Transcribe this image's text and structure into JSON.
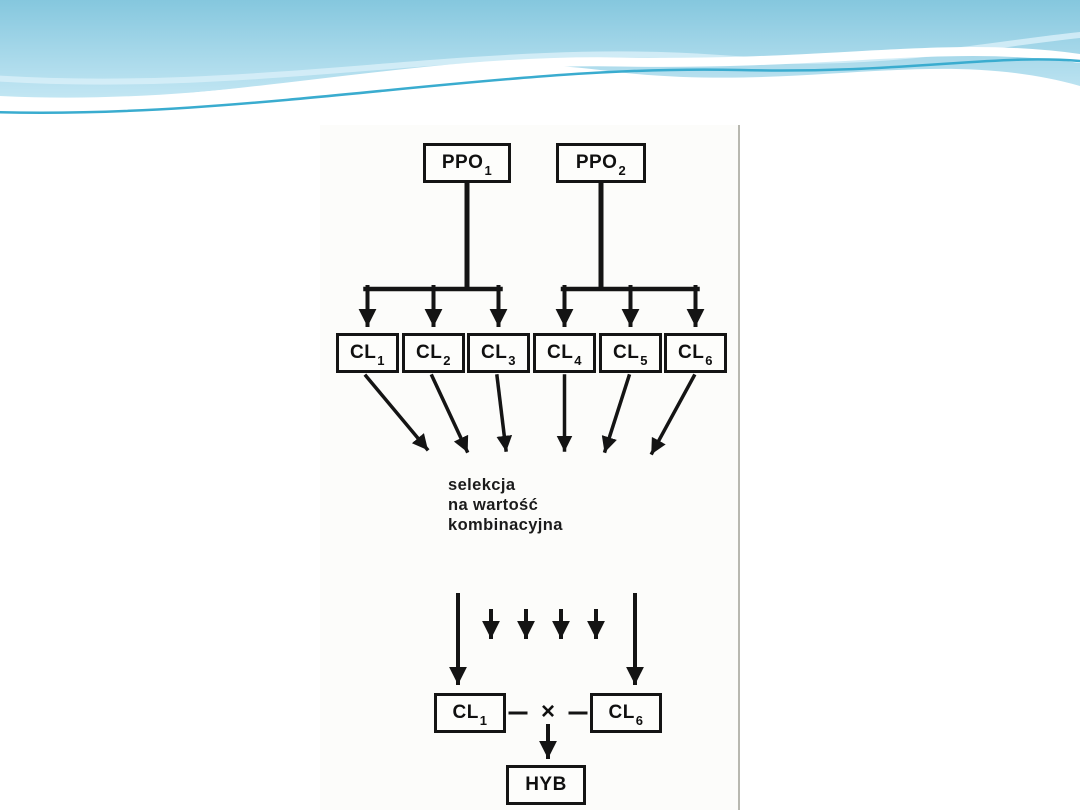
{
  "decor": {
    "band_top_color": "#85c7de",
    "band_bottom_color": "#d9effa",
    "wave_line_color": "#3aaccf",
    "white_swoosh_color": "#ffffff",
    "ink_color": "#141414",
    "scan_background": "#fcfcfa",
    "scan_edge_color": "#b8b8b0"
  },
  "diagram": {
    "parents": [
      {
        "name": "PPO",
        "sub": "1"
      },
      {
        "name": "PPO",
        "sub": "2"
      }
    ],
    "clones_top": [
      {
        "name": "CL",
        "sub": "1"
      },
      {
        "name": "CL",
        "sub": "2"
      },
      {
        "name": "CL",
        "sub": "3"
      },
      {
        "name": "CL",
        "sub": "4"
      },
      {
        "name": "CL",
        "sub": "5"
      },
      {
        "name": "CL",
        "sub": "6"
      }
    ],
    "selection_caption": {
      "line1": "selekcja",
      "line2": "na wartość",
      "line3": "kombinacyjna"
    },
    "cross": {
      "left": {
        "name": "CL",
        "sub": "1"
      },
      "operator": "×",
      "right": {
        "name": "CL",
        "sub": "6"
      }
    },
    "result": {
      "name": "HYB"
    }
  }
}
